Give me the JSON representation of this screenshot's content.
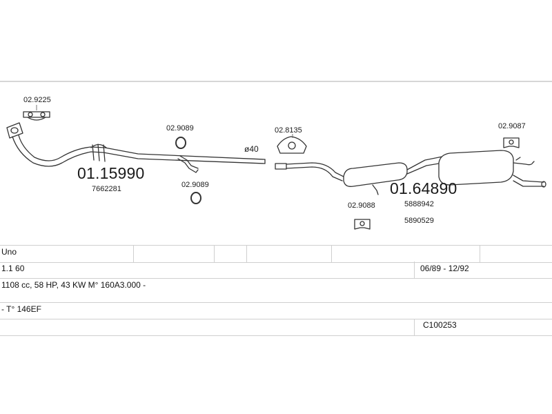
{
  "parts": {
    "clamp_top": "02.9225",
    "front_pipe": "01.15990",
    "front_pipe_oem": "7662281",
    "ring_upper": "02.9089",
    "ring_lower": "02.9089",
    "diameter": "ø40",
    "mount_center": "02.8135",
    "rear_muffler": "01.64890",
    "rear_oem_1": "5888942",
    "rear_oem_2": "5890529",
    "mount_lower": "02.9088",
    "mount_rear": "02.9087"
  },
  "vehicle": {
    "model": "Uno",
    "engine": "1.1 60",
    "period": "06/89 - 12/92",
    "specs": "1108 cc, 58 HP, 43 KW M° 160A3.000 -",
    "type": "- T° 146EF",
    "code": "C100253"
  }
}
